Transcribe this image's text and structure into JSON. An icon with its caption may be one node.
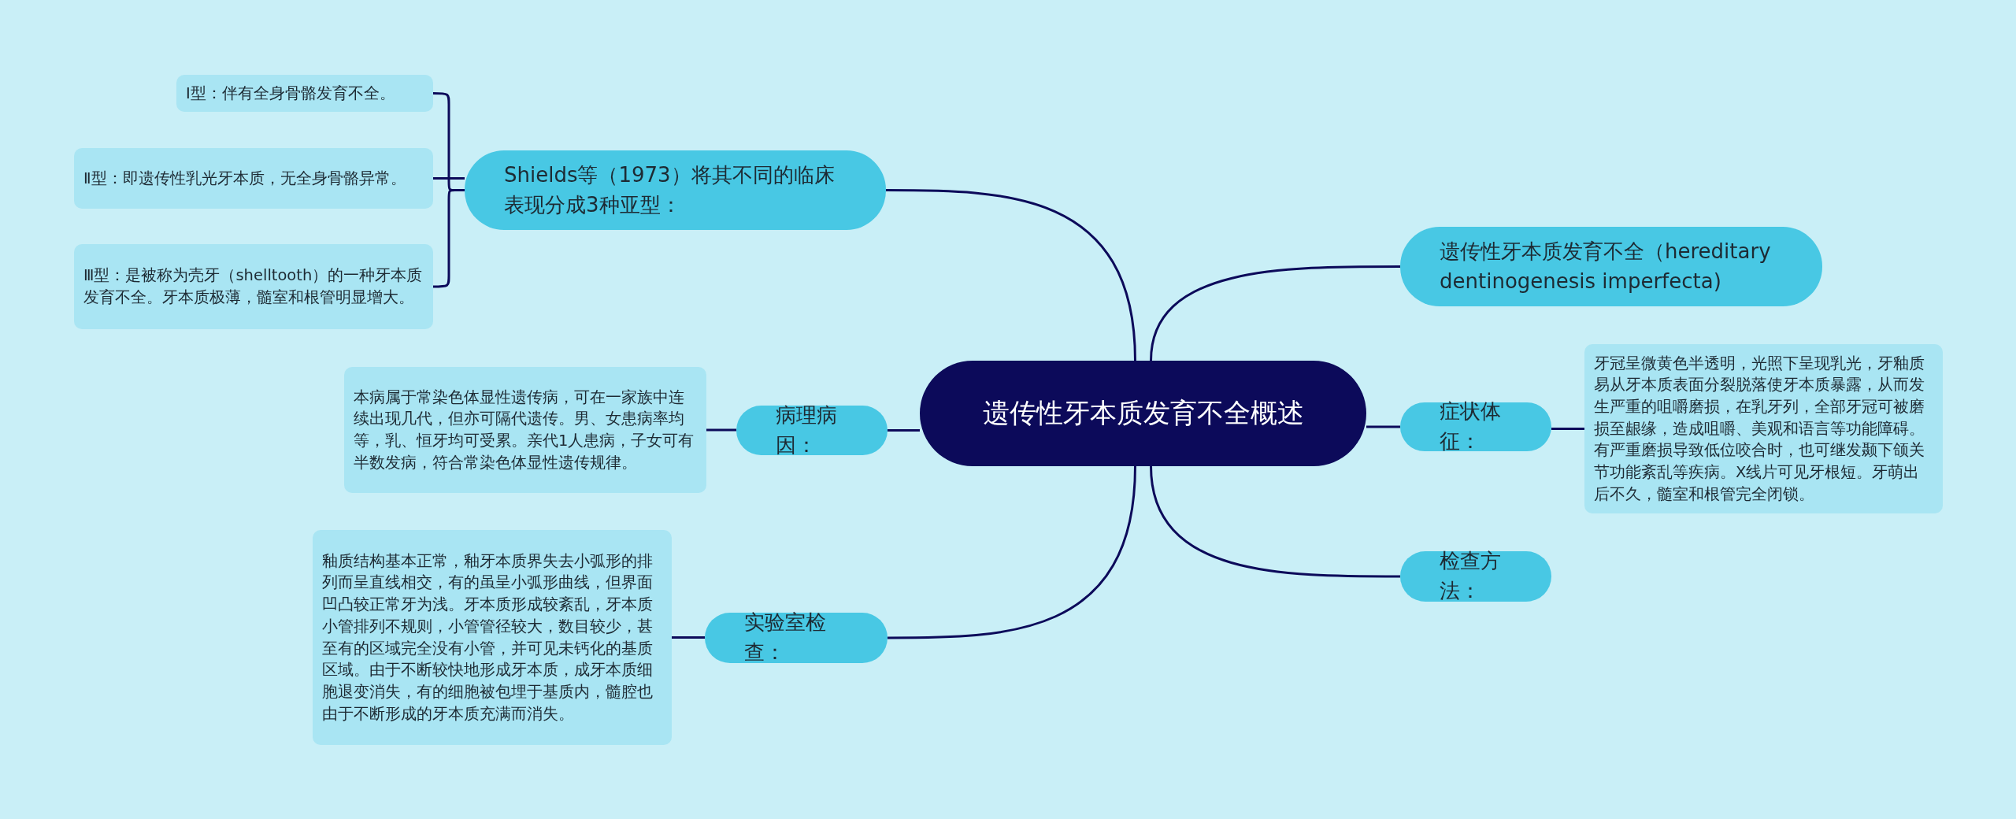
{
  "diagram": {
    "nodes": [
      {
        "text": [
          "遗传性牙本质发育不全概述"
        ]
      },
      {
        "text": [
          "Shields等（1973）将其不同的临床表现分成3种亚型："
        ]
      },
      {
        "text": [
          "Ⅰ型：伴有全身骨骼发育不全。"
        ]
      },
      {
        "text": [
          "Ⅱ型：即遗传性乳光牙本质，无全身骨骼异常。"
        ]
      },
      {
        "text": [
          "Ⅲ型：是被称为壳牙（shelltooth）的一种牙本质发育不全。牙本质极薄，髓室和根管明显增大。"
        ]
      },
      {
        "text": [
          "病理病因："
        ]
      },
      {
        "text": [
          "本病属于常染色体显性遗传病，可在一家族中连续出现几代，但亦可隔代遗传。男、女患病率均等，乳、恒牙均可受累。亲代1人患病，子女可有半数发病，符合常染色体显性遗传规律。"
        ]
      },
      {
        "text": [
          "实验室检查："
        ]
      },
      {
        "text": [
          "釉质结构基本正常，釉牙本质界失去小弧形的排列而呈直线相交，有的虽呈小弧形曲线，但界面凹凸较正常牙为浅。牙本质形成较紊乱，牙本质小管排列不规则，小管管径较大，数目较少，甚至有的区域完全没有小管，并可见未钙化的基质区域。由于不断较快地形成牙本质，成牙本质细胞退变消失，有的细胞被包埋于基质内，髓腔也由于不断形成的牙本质充满而消失。"
        ]
      },
      {
        "text": [
          "遗传性牙本质发育不全（hereditary dentinogenesis imperfecta)"
        ]
      },
      {
        "text": [
          "症状体征："
        ]
      },
      {
        "text": [
          "牙冠呈微黄色半透明，光照下呈现乳光，牙釉质易从牙本质表面分裂脱落使牙本质暴露，从而发生严重的咀嚼磨损，在乳牙列，全部牙冠可被磨损至龈缘，造成咀嚼、美观和语言等功能障碍。有严重磨损导致低位咬合时，也可继发颞下颌关节功能紊乱等疾病。X线片可见牙根短。牙萌出后不久，髓室和根管完全闭锁。"
        ]
      },
      {
        "text": [
          "检查方法："
        ]
      }
    ],
    "edges": [
      {
        "from": 0,
        "to": 1,
        "arrow": "none"
      },
      {
        "from": 1,
        "to": 2,
        "arrow": "none"
      },
      {
        "from": 1,
        "to": 3,
        "arrow": "none"
      },
      {
        "from": 1,
        "to": 4,
        "arrow": "none"
      },
      {
        "from": 0,
        "to": 5,
        "arrow": "none"
      },
      {
        "from": 5,
        "to": 6,
        "arrow": "none"
      },
      {
        "from": 0,
        "to": 7,
        "arrow": "none"
      },
      {
        "from": 7,
        "to": 8,
        "arrow": "none"
      },
      {
        "from": 0,
        "to": 9,
        "arrow": "none"
      },
      {
        "from": 0,
        "to": 10,
        "arrow": "none"
      },
      {
        "from": 10,
        "to": 11,
        "arrow": "none"
      },
      {
        "from": 0,
        "to": 12,
        "arrow": "none"
      }
    ]
  }
}
